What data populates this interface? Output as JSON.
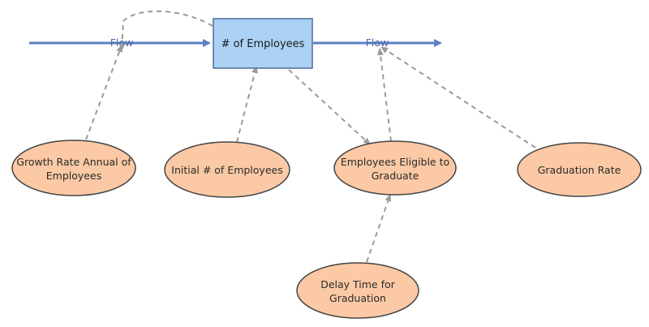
{
  "diagram": {
    "stock": {
      "label": "# of Employees"
    },
    "flows": {
      "inflow": {
        "label": "Flow"
      },
      "outflow": {
        "label": "Flow"
      }
    },
    "variables": {
      "growth_rate": {
        "line1": "Growth Rate Annual of",
        "line2": "Employees"
      },
      "initial_employees": {
        "line1": "Initial # of Employees"
      },
      "eligible": {
        "line1": "Employees Eligible to",
        "line2": "Graduate"
      },
      "graduation_rate": {
        "line1": "Graduation Rate"
      },
      "delay_time": {
        "line1": "Delay Time for",
        "line2": "Graduation"
      }
    },
    "colors": {
      "flow_line": "#5b7fc0",
      "stock_fill": "#abd2f5",
      "stock_stroke": "#4d6c9a",
      "variable_fill": "#fbc9a5",
      "variable_stroke": "#444444",
      "link_line": "#9a9a9a"
    }
  }
}
